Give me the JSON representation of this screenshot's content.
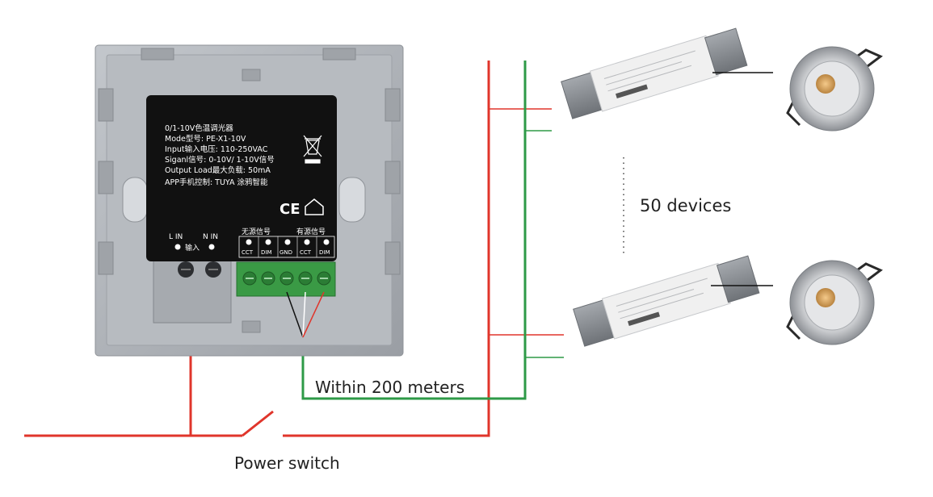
{
  "panel": {
    "label_lines": [
      "0/1-10V色温调光器",
      "Mode型号: PE-X1-10V",
      "Input输入电压: 110-250VAC",
      "Siganl信号: 0-10V/ 1-10V信号",
      "Output Load最大负载: 50mA",
      "APP手机控制: TUYA 涂鸦智能"
    ],
    "ce_mark": "CE",
    "terminal_labels": {
      "l_in": "L IN",
      "n_in": "N IN",
      "input": "输入",
      "passive_signal": "无源信号",
      "active_signal": "有源信号",
      "cct_1": "CCT",
      "dim_1": "DIM",
      "gnd": "GND",
      "cct_2": "CCT",
      "dim_2": "DIM"
    }
  },
  "annotations": {
    "devices": "50 devices",
    "distance": "Within 200 meters",
    "switch": "Power switch"
  },
  "colors": {
    "live_wire": "#e0352b",
    "signal_wire": "#2e9a47",
    "panel_frame": "#a9adb3",
    "label_plate": "#111111",
    "terminal_block": "#3a9a45",
    "driver_body": "#f0f0f0",
    "driver_cap": "#8f9398"
  }
}
